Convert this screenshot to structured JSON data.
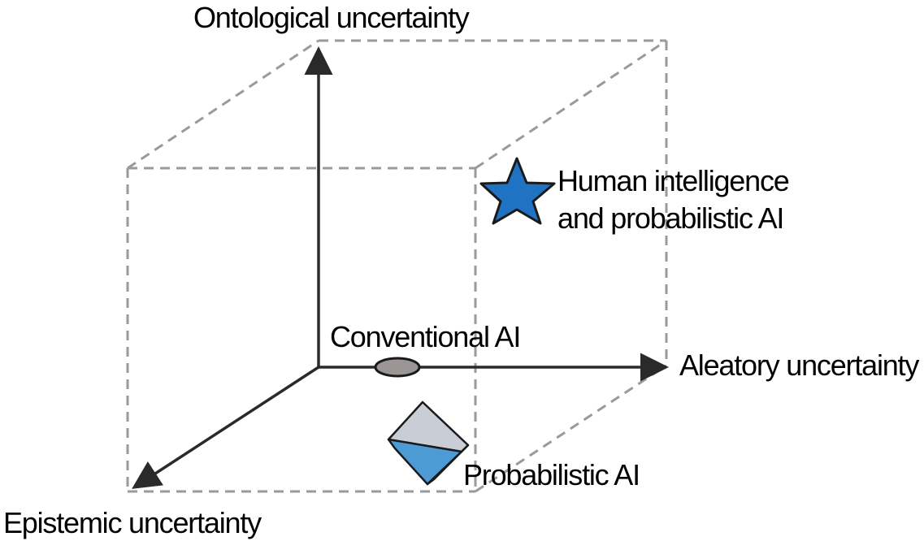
{
  "axes": {
    "vertical": "Ontological uncertainty",
    "horizontal": "Aleatory uncertainty",
    "depth": "Epistemic uncertainty"
  },
  "points": {
    "conventional_ai": {
      "label": "Conventional AI",
      "marker": "ellipse"
    },
    "probabilistic_ai": {
      "label": "Probabilistic AI",
      "marker": "cube"
    },
    "human_intelligence": {
      "label_line1": "Human intelligence",
      "label_line2": "and probabilistic AI",
      "marker": "star"
    }
  },
  "colors": {
    "axis": "#2a2a2a",
    "dashed_box": "#9a9a9a",
    "star_fill": "#1f73c2",
    "cube_front": "#4c9bd4",
    "cube_top": "#c9ced6",
    "ellipse_fill": "#9b9595"
  }
}
